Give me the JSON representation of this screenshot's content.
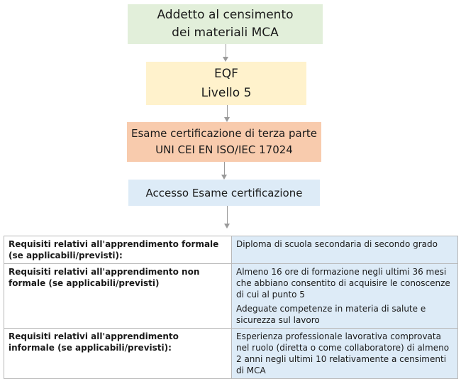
{
  "colors": {
    "box_profile": "#e2efda",
    "box_eqf": "#fff2cc",
    "box_exam": "#f8cbad",
    "box_access": "#ddebf7",
    "table_value_bg": "#ddebf7",
    "arrow": "#9a9a9a"
  },
  "flow": {
    "profile": {
      "line1": "Addetto al censimento",
      "line2": "dei materiali  MCA"
    },
    "eqf": {
      "line1": "EQF",
      "line2": "Livello 5"
    },
    "exam": {
      "line1": "Esame certificazione di terza parte",
      "line2": "UNI CEI EN ISO/IEC 17024"
    },
    "access": {
      "line1": "Accesso Esame certificazione"
    }
  },
  "requirements": [
    {
      "label": "Requisiti relativi all'apprendimento formale (se applicabili/previsti):",
      "values": [
        "Diploma di scuola secondaria di secondo grado"
      ]
    },
    {
      "label": "Requisiti relativi all'apprendimento non formale (se applicabili/previsti)",
      "values": [
        "Almeno 16 ore di formazione negli ultimi 36 mesi che abbiano consentito di acquisire le conoscenze di cui al punto 5",
        "Adeguate competenze in materia di salute e sicurezza sul lavoro"
      ]
    },
    {
      "label": "Requisiti relativi all'apprendimento informale (se applicabili/previsti):",
      "values": [
        "Esperienza professionale lavorativa comprovata nel ruolo (diretta o come collaboratore) di almeno 2 anni negli ultimi 10 relativamente a censimenti di MCA"
      ]
    }
  ]
}
